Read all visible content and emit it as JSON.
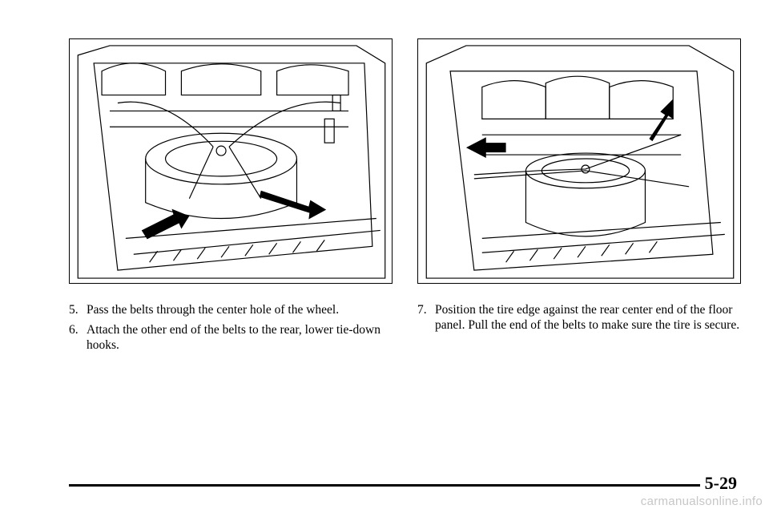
{
  "steps_left": [
    {
      "number": "5.",
      "text": "Pass the belts through the center hole of the wheel."
    },
    {
      "number": "6.",
      "text": "Attach the other end of the belts to the rear, lower tie-down hooks."
    }
  ],
  "steps_right": [
    {
      "number": "7.",
      "text": "Position the tire edge against the rear center end of the floor panel. Pull the end of the belts to make sure the tire is secure."
    }
  ],
  "page_number": "5-29",
  "watermark": "carmanualsonline.info",
  "figures": {
    "left": "spare-tire-belt-routing-illustration",
    "right": "spare-tire-secured-illustration"
  }
}
